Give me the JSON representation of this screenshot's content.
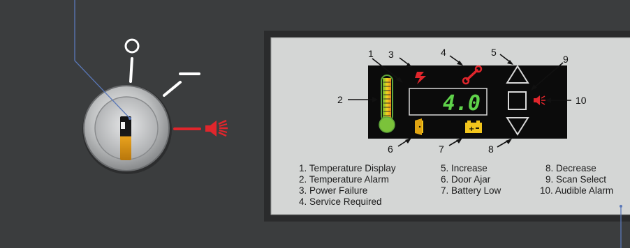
{
  "display": {
    "reading": "4.0"
  },
  "callouts": {
    "n1": "1",
    "n2": "2",
    "n3": "3",
    "n4": "4",
    "n5": "5",
    "n6": "6",
    "n7": "7",
    "n8": "8",
    "n9": "9",
    "n10": "10"
  },
  "legend": {
    "col1": [
      "1. Temperature Display",
      "2. Temperature Alarm",
      "3. Power Failure",
      "4. Service Required"
    ],
    "col2": [
      "5. Increase",
      "6. Door Ajar",
      "7. Battery Low"
    ],
    "col3": [
      "8. Decrease",
      "9. Scan Select",
      "10. Audible Alarm"
    ]
  },
  "switch_positions": {
    "off": "O"
  },
  "icons": {
    "power_failure": "lightning-bolt-icon",
    "service": "wrench-icon",
    "door": "door-icon",
    "battery": "battery-icon",
    "alarm": "speaker-icon",
    "thermometer": "thermometer-icon"
  },
  "colors": {
    "background": "#3b3d3e",
    "panel": "#d4d6d5",
    "lcd": "#0b0b0b",
    "lcd_digits": "#5fd24a",
    "alarm_red": "#e0262c",
    "icon_yellow": "#f2c51c",
    "callout_blue": "#5a78b8"
  }
}
